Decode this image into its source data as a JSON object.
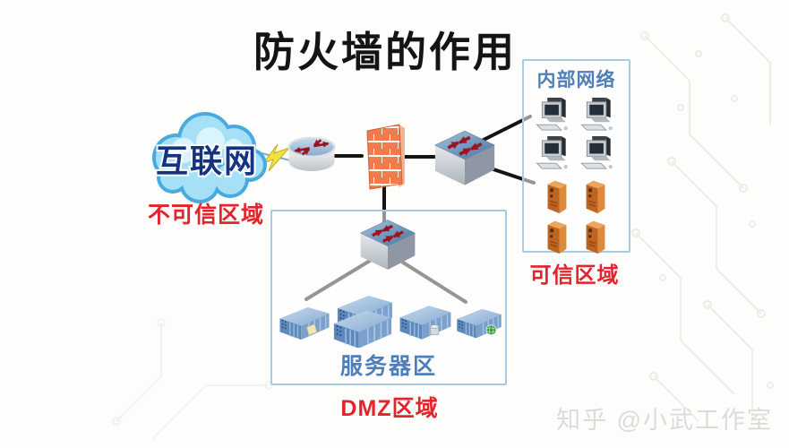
{
  "title": "防火墙的作用",
  "internet": {
    "cloud_label": "互联网",
    "zone_label": "不可信区域"
  },
  "internal_network": {
    "box_title": "内部网络",
    "zone_label": "可信区域",
    "workstation_count": 4,
    "tower_server_count": 4
  },
  "dmz": {
    "area_title": "服务器区",
    "zone_label": "DMZ区域",
    "server_count": 4
  },
  "watermark": "知乎 @小武工作室",
  "icons": {
    "cloud": "internet-cloud-icon",
    "lightning": "lightning-link-icon",
    "router": "router-icon",
    "firewall": "firewall-brick-wall-icon",
    "switch": "network-switch-icon",
    "workstation": "desktop-pc-icon",
    "tower_server": "tower-server-icon",
    "rack_server": "rack-server-icon"
  },
  "colors": {
    "zone_label_red": "#e2242c",
    "area_title_blue": "#4e7fb8",
    "box_border_blue": "#a9cbe2",
    "firewall_orange": "#ef7c4c",
    "dmz_server_blue": "#5d88bd",
    "tower_orange": "#c4661f",
    "cloud_blue": "#8ed4f2",
    "line_black": "#141414"
  }
}
